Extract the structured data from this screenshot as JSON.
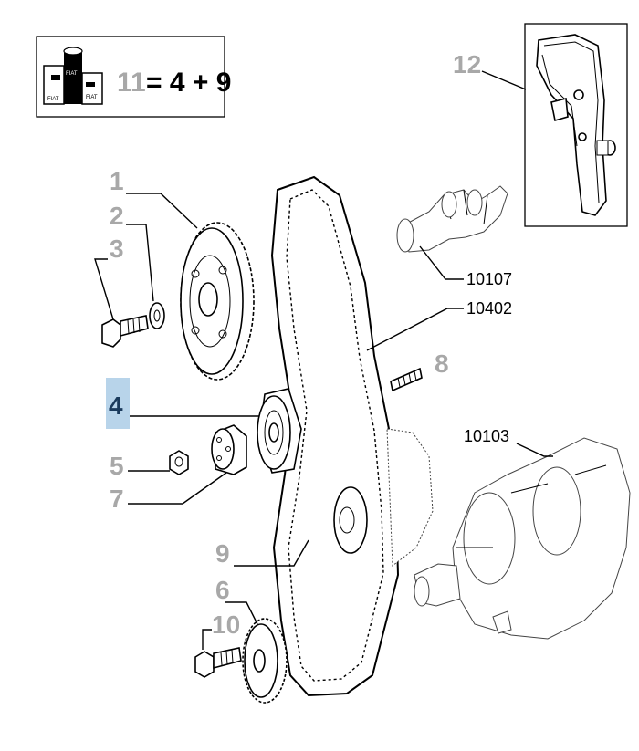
{
  "kit": {
    "number": "11",
    "formula": "= 4 + 9",
    "icon_text": [
      "FIAT",
      "FIAT",
      "FIAT"
    ]
  },
  "callouts": {
    "c1": "1",
    "c2": "2",
    "c3": "3",
    "c4": "4",
    "c5": "5",
    "c6": "6",
    "c7": "7",
    "c8": "8",
    "c9": "9",
    "c10": "10",
    "c12": "12"
  },
  "part_numbers": {
    "camshaft": "10107",
    "belt": "10402",
    "crankshaft": "10103"
  },
  "highlight": {
    "active_callout": "4",
    "color": "#b8d4ea",
    "text_color": "#1a3a5c"
  }
}
